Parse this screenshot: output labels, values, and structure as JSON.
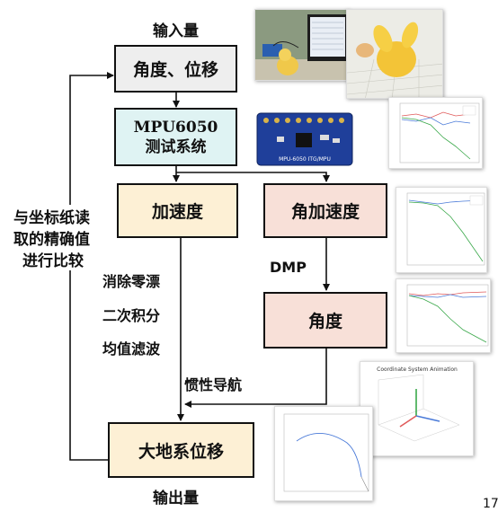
{
  "labels": {
    "input": "输入量",
    "output": "输出量",
    "compare_line1": "与坐标纸读",
    "compare_line2": "取的精确值",
    "compare_line3": "进行比较",
    "step1": "消除零漂",
    "step2": "二次积分",
    "step3": "均值滤波",
    "dmp": "DMP",
    "inertial_nav": "惯性导航",
    "page_number": "17"
  },
  "boxes": {
    "angle_displacement": "角度、位移",
    "mpu_line1": "MPU6050",
    "mpu_line2": "测试系统",
    "acceleration": "加速度",
    "angular_acceleration": "角加速度",
    "angle": "角度",
    "ground_displacement": "大地系位移"
  },
  "images": {
    "sensor_board_text": "MPU-6050 ITG/MPU",
    "coordinate_title": "Coordinate System Animation"
  },
  "colors": {
    "box_gray": "#eeeeee",
    "box_cyan": "#dff3f3",
    "box_yellow": "#fdf0d5",
    "box_pink": "#f8e0d8",
    "board_blue": "#1f3f9a"
  }
}
